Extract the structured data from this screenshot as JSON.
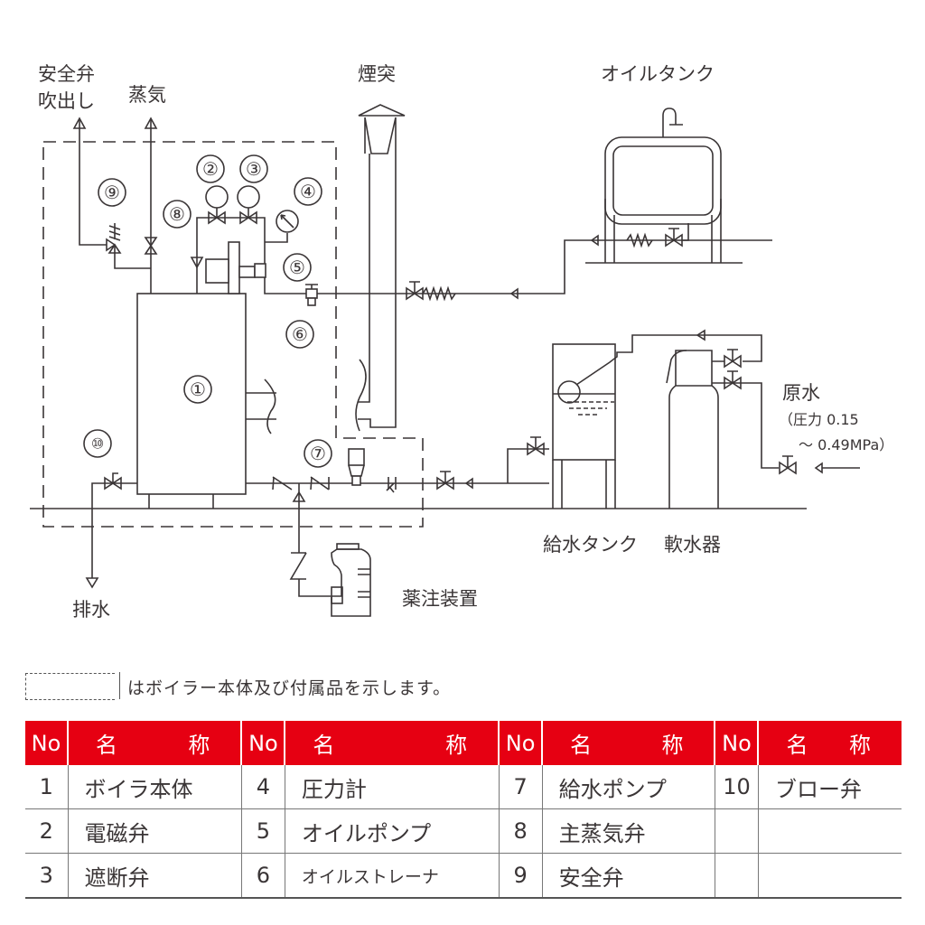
{
  "diagram": {
    "labels": {
      "safety_valve_outlet_line1": "安全弁",
      "safety_valve_outlet_line2": "吹出し",
      "steam": "蒸気",
      "chimney": "煙突",
      "oil_tank": "オイルタンク",
      "raw_water": "原水",
      "raw_water_pressure_line1": "（圧力 0.15",
      "raw_water_pressure_line2": "～ 0.49MPa）",
      "feed_water_tank": "給水タンク",
      "water_softener": "軟水器",
      "chemical_injector": "薬注装置",
      "drain": "排水"
    },
    "markers": [
      "①",
      "②",
      "③",
      "④",
      "⑤",
      "⑥",
      "⑦",
      "⑧",
      "⑨",
      "⑩"
    ]
  },
  "legend": {
    "text": "はボイラー本体及び付属品を示します。"
  },
  "parts_table": {
    "header_no": "No",
    "header_name_1": "名",
    "header_name_2": "称",
    "rows": [
      [
        {
          "no": "1",
          "name": "ボイラ本体"
        },
        {
          "no": "4",
          "name": "圧力計"
        },
        {
          "no": "7",
          "name": "給水ポンプ"
        },
        {
          "no": "10",
          "name": "ブロー弁"
        }
      ],
      [
        {
          "no": "2",
          "name": "電磁弁"
        },
        {
          "no": "5",
          "name": "オイルポンプ"
        },
        {
          "no": "8",
          "name": "主蒸気弁"
        },
        {
          "no": "",
          "name": ""
        }
      ],
      [
        {
          "no": "3",
          "name": "遮断弁"
        },
        {
          "no": "6",
          "name": "オイルストレーナ"
        },
        {
          "no": "9",
          "name": "安全弁"
        },
        {
          "no": "",
          "name": ""
        }
      ]
    ]
  },
  "colors": {
    "header_red": "#e60012",
    "line": "#3a3536"
  }
}
